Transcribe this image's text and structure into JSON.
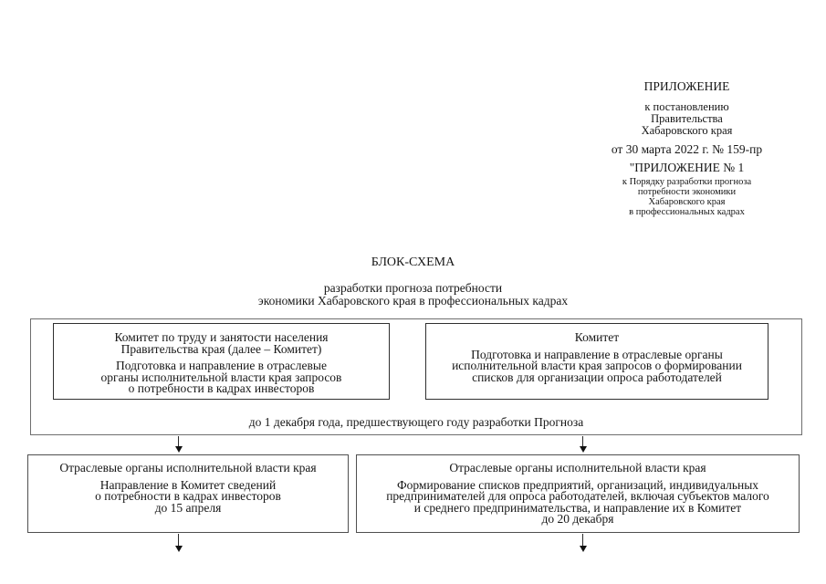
{
  "colors": {
    "text": "#161616",
    "outer_border": "#6e6e6e",
    "inner_border": "#2f2f2f",
    "lower_border": "#4f4f4f"
  },
  "header": {
    "lines": [
      "ПРИЛОЖЕНИЕ",
      "к постановлению",
      "Правительства",
      "Хабаровского края",
      "от 30 марта 2022 г. № 159-пр",
      "\"ПРИЛОЖЕНИЕ № 1",
      "к Порядку разработки прогноза",
      "потребности экономики",
      "Хабаровского края",
      "в профессиональных кадрах"
    ]
  },
  "title": {
    "main": "БЛОК-СХЕМА",
    "subtitle": [
      "разработки прогноза потребности",
      "экономики Хабаровского края в профессиональных кадрах"
    ]
  },
  "flowchart": {
    "top_group": {
      "left_box": {
        "title": [
          "Комитет по труду и занятости населения",
          "Правительства края (далее – Комитет)"
        ],
        "body": [
          "Подготовка и направление в отраслевые",
          "органы исполнительной власти края запросов",
          "о потребности в кадрах инвесторов"
        ]
      },
      "right_box": {
        "title": [
          "Комитет"
        ],
        "body": [
          "Подготовка и направление в отраслевые органы",
          "исполнительной власти края запросов о формировании",
          "списков для организации опроса работодателей"
        ]
      },
      "deadline": "до 1 декабря года, предшествующего году разработки Прогноза"
    },
    "bottom_left_box": {
      "title": [
        "Отраслевые органы исполнительной власти края"
      ],
      "body": [
        "Направление в Комитет сведений",
        "о потребности в кадрах инвесторов",
        "до 15 апреля"
      ]
    },
    "bottom_right_box": {
      "title": [
        "Отраслевые органы исполнительной власти края"
      ],
      "body": [
        "Формирование списков предприятий, организаций, индивидуальных",
        "предпринимателей для опроса работодателей, включая субъектов малого",
        "и среднего предпринимательства, и направление их в Комитет",
        "до 20 декабря"
      ]
    }
  }
}
